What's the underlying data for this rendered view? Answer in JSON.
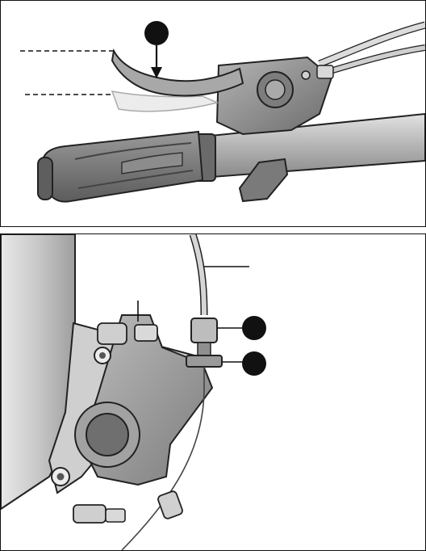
{
  "figure": {
    "panels": [
      {
        "id": "shift-brake-lever",
        "callouts": [
          {
            "marker": "black-dot",
            "points_to": "lever-squeeze-arrow"
          },
          {
            "marker": "dashed-line",
            "points_to": "lever-rest-position"
          },
          {
            "marker": "dashed-line",
            "points_to": "lever-pulled-position"
          }
        ]
      },
      {
        "id": "disc-brake-caliper",
        "callouts": [
          {
            "marker": "leader-line",
            "points_to": "brake-cable-housing"
          },
          {
            "marker": "leader-line",
            "points_to": "caliper-arm"
          },
          {
            "marker": "black-dot",
            "points_to": "cable-adjuster-barrel"
          },
          {
            "marker": "black-dot",
            "points_to": "adjuster-locknut"
          }
        ]
      }
    ],
    "colors": {
      "frame_line": "#111111",
      "metal_light": "#d6d6d6",
      "metal_mid": "#a9a9a9",
      "metal_dark": "#6f6f6f",
      "grip_dark": "#707070",
      "callout_dot": "#111111"
    }
  }
}
